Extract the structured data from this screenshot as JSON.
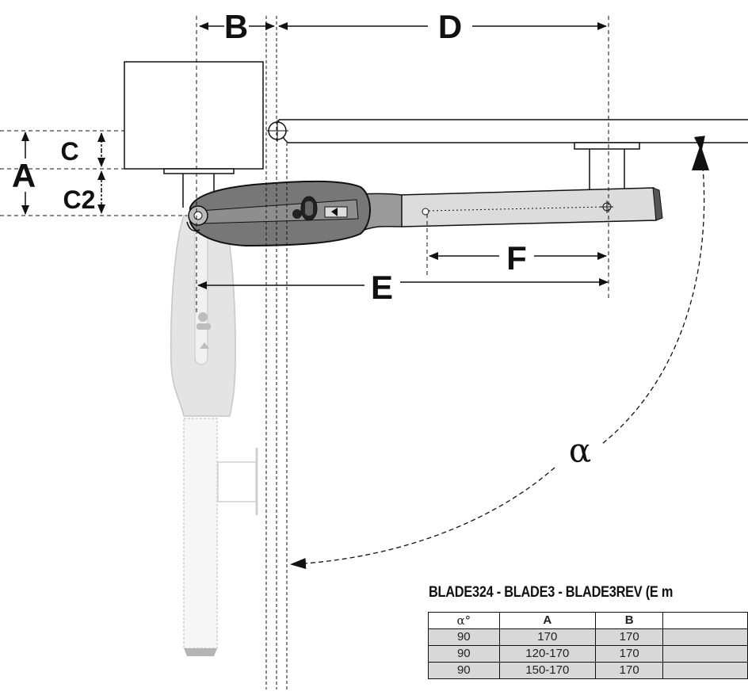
{
  "labels": {
    "A": "A",
    "B": "B",
    "C": "C",
    "C2": "C2",
    "D": "D",
    "E": "E",
    "F": "F",
    "alpha": "α"
  },
  "caption": "BLADE324  -  BLADE3  -  BLADE3REV  (E  m",
  "table": {
    "headers": [
      "α°",
      "A",
      "B",
      ""
    ],
    "rows": [
      [
        "90",
        "170",
        "170",
        ""
      ],
      [
        "90",
        "120-170",
        "170",
        ""
      ],
      [
        "90",
        "150-170",
        "170",
        ""
      ]
    ]
  },
  "colors": {
    "line": "#111111",
    "motor_body": "#7a7a7a",
    "arm": "#d9d9d9",
    "ghost": "#bdbdbd",
    "table_fill": "#d8d8d8"
  }
}
